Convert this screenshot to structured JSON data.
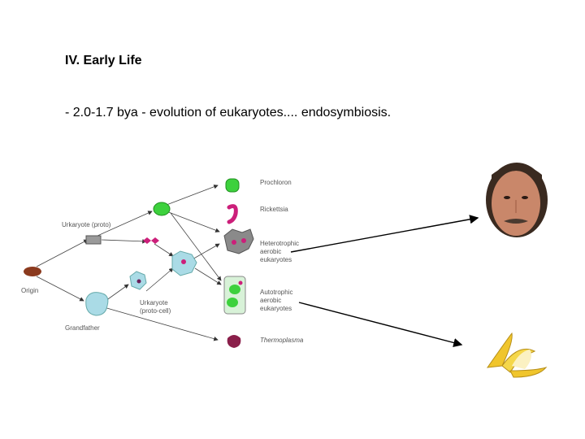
{
  "slide": {
    "heading": "IV. Early Life",
    "bullet": "- 2.0-1.7 bya - evolution of eukaryotes.... endosymbiosis."
  },
  "diagram": {
    "labels": {
      "prochloron": "Prochloron",
      "rickettsia": "Rickettsia",
      "heterotrophic": "Heterotrophic\naerobic\neukaryotes",
      "autotrophic": "Autotrophic\naerobic\neukaryotes",
      "thermoplasma": "Thermoplasma",
      "ancestral_prokaryote": "Urkaryote (proto)",
      "urkaryote": "Urkaryote\n(proto-cell)",
      "origin": "Origin",
      "grandfather": "Grandfather"
    }
  },
  "colors": {
    "prochloron": "#3dd13d",
    "rickettsia": "#cc1f7a",
    "host": "#aadbe6",
    "heterotroph": "#8a8a8a",
    "thermoplasma": "#8a1f4a",
    "origin": "#8b3a1e"
  },
  "images": {
    "portrait": "bearded-man-portrait",
    "banana": "peeled-banana"
  }
}
